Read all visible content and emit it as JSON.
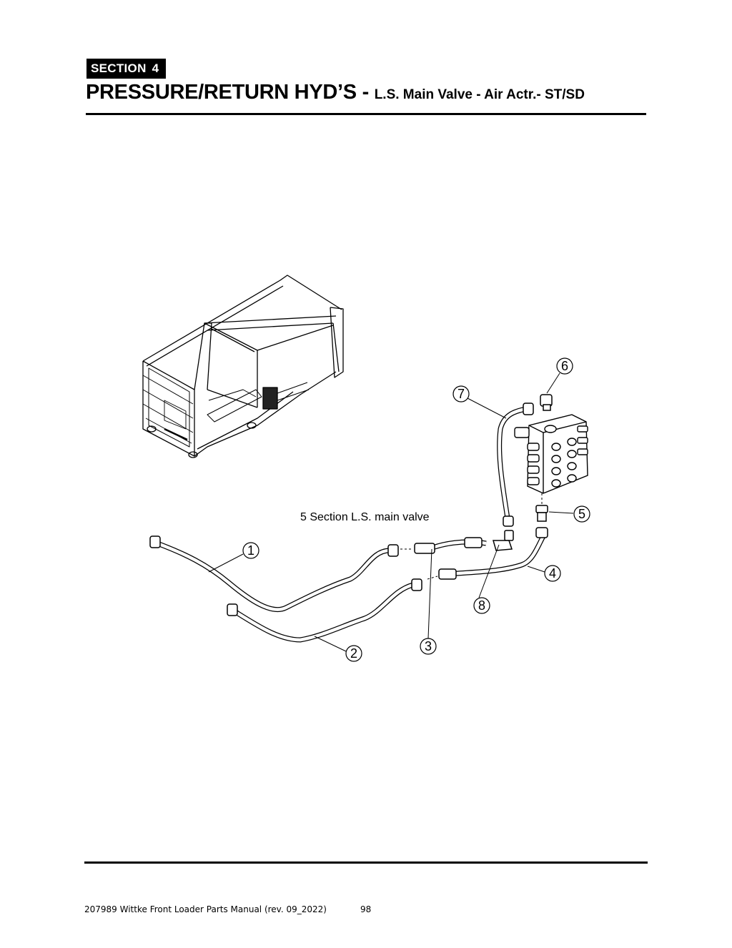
{
  "header": {
    "section_label": "SECTION",
    "section_number": "4",
    "title_main": "PRESSURE/RETURN HYD’S - ",
    "title_sub": "L.S. Main Valve - Air Actr.- ST/SD"
  },
  "diagram": {
    "valve_label": "5 Section L.S. main valve",
    "callouts": [
      "1",
      "2",
      "3",
      "4",
      "5",
      "6",
      "7",
      "8"
    ]
  },
  "footer": {
    "manual": "207989 Wittke Front Loader Parts Manual (rev. 09_2022)",
    "page": "98"
  }
}
